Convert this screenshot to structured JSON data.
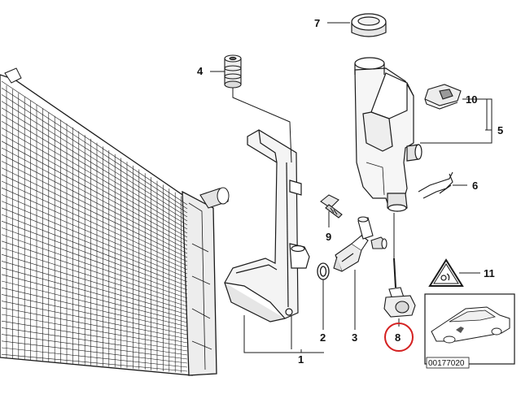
{
  "callouts": [
    {
      "id": "callout-1",
      "label": "1"
    },
    {
      "id": "callout-2",
      "label": "2"
    },
    {
      "id": "callout-3",
      "label": "3"
    },
    {
      "id": "callout-4",
      "label": "4"
    },
    {
      "id": "callout-5",
      "label": "5"
    },
    {
      "id": "callout-6",
      "label": "6"
    },
    {
      "id": "callout-7",
      "label": "7"
    },
    {
      "id": "callout-8",
      "label": "8"
    },
    {
      "id": "callout-9",
      "label": "9"
    },
    {
      "id": "callout-10",
      "label": "10"
    },
    {
      "id": "callout-11",
      "label": "11"
    }
  ],
  "highlight": {
    "callout": "8",
    "color": "#d42020"
  },
  "diagram_number": "00177020",
  "colors": {
    "line": "#1a1a1a",
    "part_fill": "#f2f2f2",
    "shade": "#cfcfcf"
  }
}
